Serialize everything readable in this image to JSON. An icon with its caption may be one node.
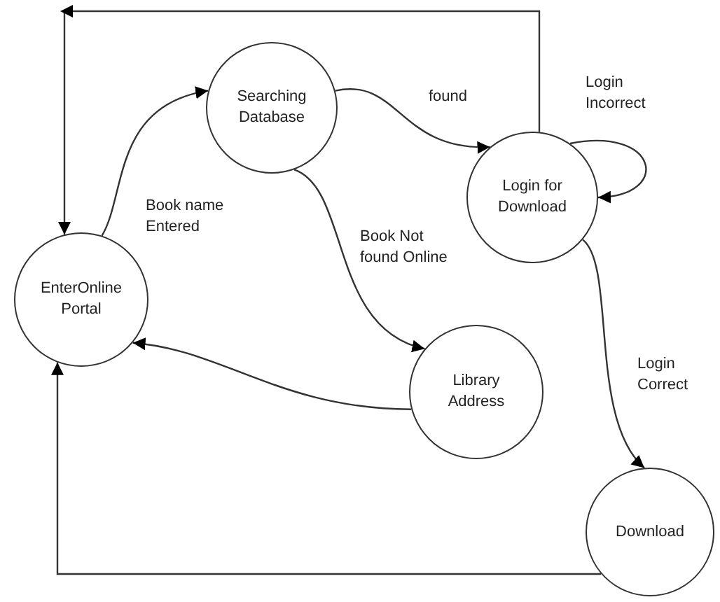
{
  "diagram": {
    "nodes": [
      {
        "text": [
          "EnterOnlinePortal"
        ]
      },
      {
        "text": [
          "Searching Database"
        ]
      },
      {
        "text": [
          "Login for Download"
        ]
      },
      {
        "text": [
          "Library Address"
        ]
      },
      {
        "text": [
          "Download"
        ]
      }
    ],
    "edges": [
      {
        "from": 0,
        "to": 1,
        "arrow": "to",
        "label": "Book name Entered"
      },
      {
        "from": 1,
        "to": 2,
        "arrow": "to",
        "label": "found"
      },
      {
        "from": 2,
        "to": 2,
        "arrow": "to",
        "label": "Login Incorrect"
      },
      {
        "from": 1,
        "to": 3,
        "arrow": "to",
        "label": "Book Not found Online"
      },
      {
        "from": 2,
        "to": 4,
        "arrow": "to",
        "label": "Login Correct"
      },
      {
        "from": 3,
        "to": 0,
        "arrow": "to"
      },
      {
        "from": 4,
        "to": 0,
        "arrow": "to"
      },
      {
        "from": 2,
        "to": 0,
        "arrow": "to"
      }
    ]
  }
}
